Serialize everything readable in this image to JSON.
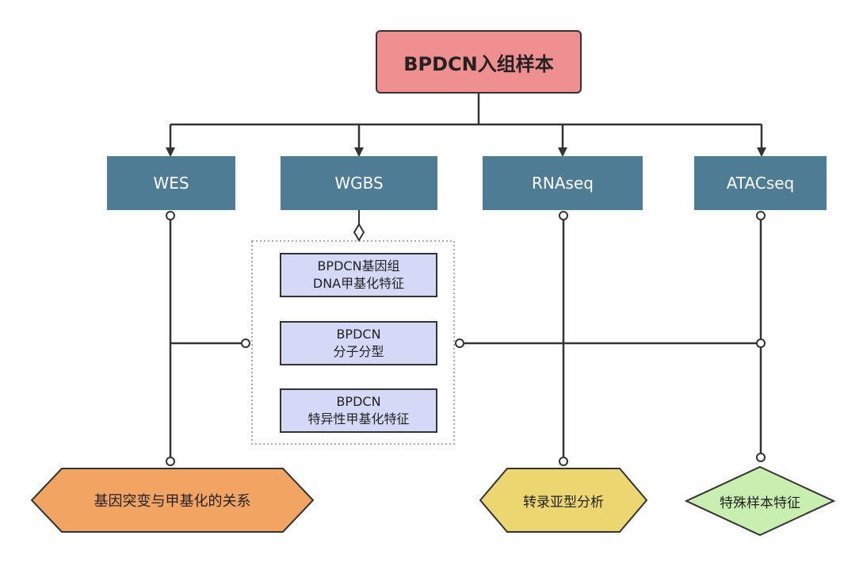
{
  "root": {
    "label": "BPDCN入组样本"
  },
  "methods": [
    {
      "label": "WES"
    },
    {
      "label": "WGBS"
    },
    {
      "label": "RNAseq"
    },
    {
      "label": "ATACseq"
    }
  ],
  "subtypes": [
    {
      "line1": "BPDCN基因组",
      "line2": "DNA甲基化特征"
    },
    {
      "line1": "BPDCN",
      "line2": "分子分型"
    },
    {
      "line1": "BPDCN",
      "line2": "特异性甲基化特征"
    }
  ],
  "outcomes": [
    {
      "label": "基因突变与甲基化的关系"
    },
    {
      "label": "转录亚型分析"
    },
    {
      "label": "特殊样本特征"
    }
  ],
  "colors": {
    "root_fill": "#f08f8f",
    "method_fill": "#4d7c94",
    "subtype_fill": "#d6d8f8",
    "outcome_orange": "#f2a462",
    "outcome_yellow": "#ecd670",
    "outcome_green": "#c8eeb0"
  }
}
